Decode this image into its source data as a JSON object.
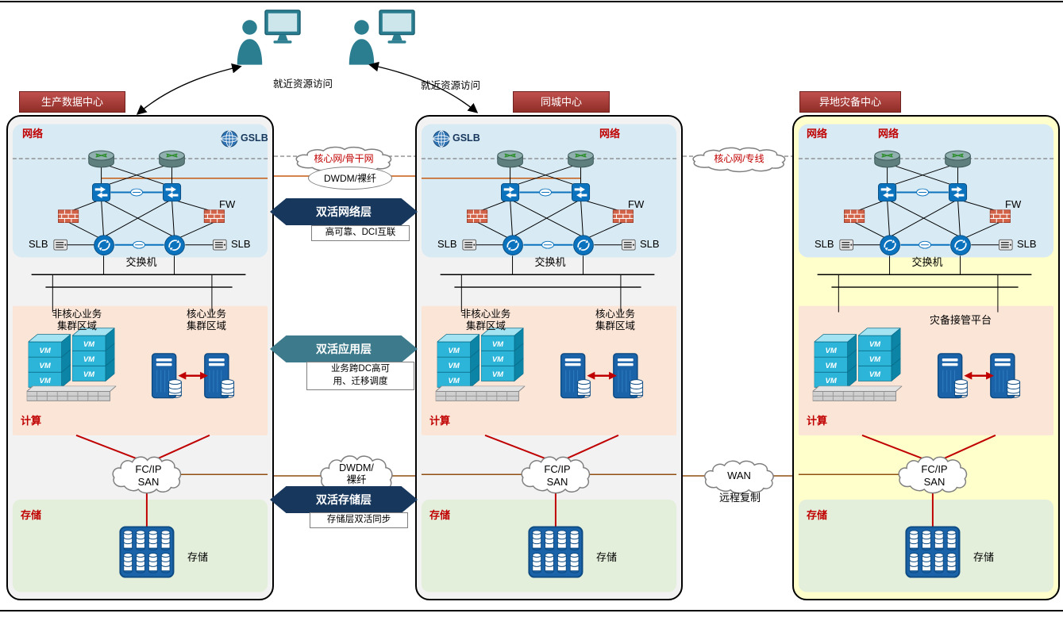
{
  "colors": {
    "title_bg": "#b03c35",
    "banner_navy": "#17375d",
    "banner_teal": "#3d7b8c",
    "zone_network": "#d8eaf3",
    "zone_compute": "#fbe5d7",
    "zone_storage": "#e3efda",
    "center_bg": "#f2f2f2",
    "dr_center_bg": "#ffffcc",
    "red_label": "#c00000",
    "line_orange": "#c55a11",
    "line_brown": "#8f4f10"
  },
  "icons": {
    "vm_label": "VM"
  },
  "top": {
    "access_left": "就近资源访问",
    "access_right": "就近资源访问"
  },
  "links": {
    "backbone": "核心网/骨干网",
    "dedicated": "核心网/专线",
    "dwdm_top": "DWDM/裸纤",
    "net_banner": "双活网络层",
    "net_desc": "高可靠、DCI互联",
    "app_banner": "双活应用层",
    "app_desc1": "业务跨DC高可",
    "app_desc2": "用、迁移调度",
    "dwdm_mid1": "DWDM/",
    "dwdm_mid2": "裸纤",
    "sto_banner": "双活存储层",
    "sto_desc": "存储层双活同步",
    "wan": "WAN",
    "wan_desc": "远程复制"
  },
  "centers": [
    {
      "title": "生产数据中心",
      "network": "网络",
      "gslb": "GSLB",
      "fw": "FW",
      "slb_l": "SLB",
      "slb_r": "SLB",
      "switch_label": "交换机",
      "noncore1": "非核心业务",
      "noncore2": "集群区域",
      "core1": "核心业务",
      "core2": "集群区域",
      "compute": "计算",
      "san1": "FC/IP",
      "san2": "SAN",
      "storage_zone": "存储",
      "storage_label": "存储"
    },
    {
      "title": "同城中心",
      "gslb": "GSLB",
      "network": "网络",
      "fw": "FW",
      "slb_l": "SLB",
      "slb_r": "SLB",
      "switch_label": "交换机",
      "noncore1": "非核心业务",
      "noncore2": "集群区域",
      "core1": "核心业务",
      "core2": "集群区域",
      "compute": "计算",
      "san1": "FC/IP",
      "san2": "SAN",
      "storage_zone": "存储",
      "storage_label": "存储"
    },
    {
      "title": "异地灾备中心",
      "network": "网络",
      "network2": "网络",
      "fw": "FW",
      "slb_l": "SLB",
      "slb_r": "SLB",
      "switch_label": "交换机",
      "platform": "灾备接管平台",
      "compute": "计算",
      "san1": "FC/IP",
      "san2": "SAN",
      "storage_zone": "存储",
      "storage_label": "存储"
    }
  ]
}
